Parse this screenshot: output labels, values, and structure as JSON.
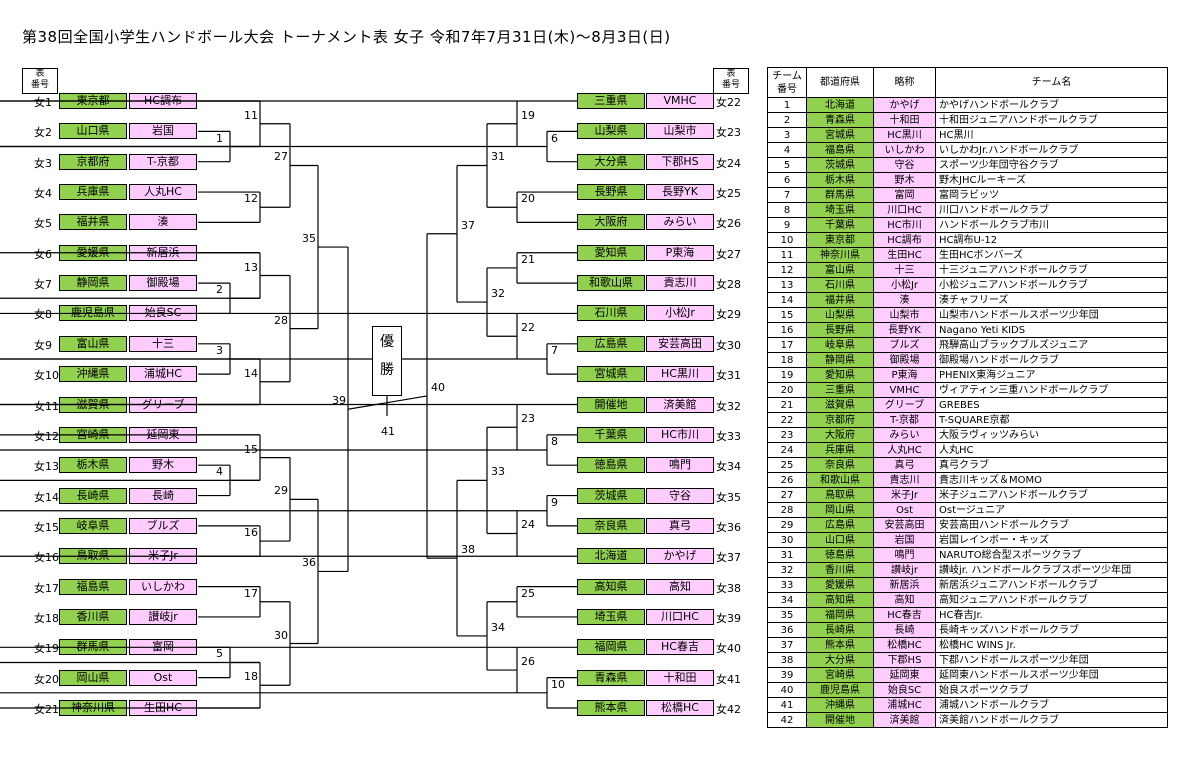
{
  "title": "第38回全国小学生ハンドボール大会 トーナメント表 女子 令和7年7月31日(木)～8月3日(日)",
  "header_box": {
    "line1": "表",
    "line2": "番号"
  },
  "champion": {
    "line1": "優",
    "line2": "勝"
  },
  "left_teams": [
    {
      "label": "女1",
      "pref": "東京都",
      "abbr": "HC調布"
    },
    {
      "label": "女2",
      "pref": "山口県",
      "abbr": "岩国"
    },
    {
      "label": "女3",
      "pref": "京都府",
      "abbr": "T-京都"
    },
    {
      "label": "女4",
      "pref": "兵庫県",
      "abbr": "人丸HC"
    },
    {
      "label": "女5",
      "pref": "福井県",
      "abbr": "湊"
    },
    {
      "label": "女6",
      "pref": "愛媛県",
      "abbr": "新居浜"
    },
    {
      "label": "女7",
      "pref": "静岡県",
      "abbr": "御殿場"
    },
    {
      "label": "女8",
      "pref": "鹿児島県",
      "abbr": "始良SC"
    },
    {
      "label": "女9",
      "pref": "富山県",
      "abbr": "十三"
    },
    {
      "label": "女10",
      "pref": "沖縄県",
      "abbr": "浦城HC"
    },
    {
      "label": "女11",
      "pref": "滋賀県",
      "abbr": "グリーブ"
    },
    {
      "label": "女12",
      "pref": "宮崎県",
      "abbr": "延岡東"
    },
    {
      "label": "女13",
      "pref": "栃木県",
      "abbr": "野木"
    },
    {
      "label": "女14",
      "pref": "長崎県",
      "abbr": "長崎"
    },
    {
      "label": "女15",
      "pref": "岐阜県",
      "abbr": "ブルズ"
    },
    {
      "label": "女16",
      "pref": "鳥取県",
      "abbr": "米子Jr"
    },
    {
      "label": "女17",
      "pref": "福島県",
      "abbr": "いしかわ"
    },
    {
      "label": "女18",
      "pref": "香川県",
      "abbr": "讃岐jr"
    },
    {
      "label": "女19",
      "pref": "群馬県",
      "abbr": "富岡"
    },
    {
      "label": "女20",
      "pref": "岡山県",
      "abbr": "Ost"
    },
    {
      "label": "女21",
      "pref": "神奈川県",
      "abbr": "生田HC"
    }
  ],
  "right_teams": [
    {
      "label": "女22",
      "pref": "三重県",
      "abbr": "VMHC"
    },
    {
      "label": "女23",
      "pref": "山梨県",
      "abbr": "山梨市"
    },
    {
      "label": "女24",
      "pref": "大分県",
      "abbr": "下郡HS"
    },
    {
      "label": "女25",
      "pref": "長野県",
      "abbr": "長野YK"
    },
    {
      "label": "女26",
      "pref": "大阪府",
      "abbr": "みらい"
    },
    {
      "label": "女27",
      "pref": "愛知県",
      "abbr": "P東海"
    },
    {
      "label": "女28",
      "pref": "和歌山県",
      "abbr": "貴志川"
    },
    {
      "label": "女29",
      "pref": "石川県",
      "abbr": "小松Jr"
    },
    {
      "label": "女30",
      "pref": "広島県",
      "abbr": "安芸高田"
    },
    {
      "label": "女31",
      "pref": "宮城県",
      "abbr": "HC黒川"
    },
    {
      "label": "女32",
      "pref": "開催地",
      "abbr": "済美館"
    },
    {
      "label": "女33",
      "pref": "千葉県",
      "abbr": "HC市川"
    },
    {
      "label": "女34",
      "pref": "徳島県",
      "abbr": "鳴門"
    },
    {
      "label": "女35",
      "pref": "茨城県",
      "abbr": "守谷"
    },
    {
      "label": "女36",
      "pref": "奈良県",
      "abbr": "真弓"
    },
    {
      "label": "女37",
      "pref": "北海道",
      "abbr": "かやげ"
    },
    {
      "label": "女38",
      "pref": "高知県",
      "abbr": "高知"
    },
    {
      "label": "女39",
      "pref": "埼玉県",
      "abbr": "川口HC"
    },
    {
      "label": "女40",
      "pref": "福岡県",
      "abbr": "HC春吉"
    },
    {
      "label": "女41",
      "pref": "青森県",
      "abbr": "十和田"
    },
    {
      "label": "女42",
      "pref": "熊本県",
      "abbr": "松橋HC"
    }
  ],
  "games_left": {
    "g1": "1",
    "g2": "2",
    "g3": "3",
    "g4": "4",
    "g5": "5",
    "g11": "11",
    "g12": "12",
    "g13": "13",
    "g14": "14",
    "g15": "15",
    "g16": "16",
    "g17": "17",
    "g18": "18",
    "g27": "27",
    "g28": "28",
    "g29": "29",
    "g30": "30",
    "g35": "35",
    "g36": "36",
    "g39": "39"
  },
  "games_right": {
    "g6": "6",
    "g7": "7",
    "g8": "8",
    "g9": "9",
    "g10": "10",
    "g19": "19",
    "g20": "20",
    "g21": "21",
    "g22": "22",
    "g23": "23",
    "g24": "24",
    "g25": "25",
    "g26": "26",
    "g31": "31",
    "g32": "32",
    "g33": "33",
    "g34": "34",
    "g37": "37",
    "g38": "38",
    "g40": "40"
  },
  "final_game": "41",
  "table": {
    "headers": {
      "num_line1": "チーム",
      "num_line2": "番号",
      "pref": "都道府県",
      "abbr": "略称",
      "name": "チーム名"
    },
    "rows": [
      [
        "1",
        "北海道",
        "かやげ",
        "かやげハンドボールクラブ"
      ],
      [
        "2",
        "青森県",
        "十和田",
        "十和田ジュニアハンドボールクラブ"
      ],
      [
        "3",
        "宮城県",
        "HC黒川",
        "HC黒川"
      ],
      [
        "4",
        "福島県",
        "いしかわ",
        "いしかわJr.ハンドボールクラブ"
      ],
      [
        "5",
        "茨城県",
        "守谷",
        "スポーツ少年団守谷クラブ"
      ],
      [
        "6",
        "栃木県",
        "野木",
        "野木JHCルーキーズ"
      ],
      [
        "7",
        "群馬県",
        "富岡",
        "富岡ラビッツ"
      ],
      [
        "8",
        "埼玉県",
        "川口HC",
        "川口ハンドボールクラブ"
      ],
      [
        "9",
        "千葉県",
        "HC市川",
        "ハンドボールクラブ市川"
      ],
      [
        "10",
        "東京都",
        "HC調布",
        "HC調布U-12"
      ],
      [
        "11",
        "神奈川県",
        "生田HC",
        "生田HCボンバーズ"
      ],
      [
        "12",
        "富山県",
        "十三",
        "十三ジュニアハンドボールクラブ"
      ],
      [
        "13",
        "石川県",
        "小松Jr",
        "小松ジュニアハンドボールクラブ"
      ],
      [
        "14",
        "福井県",
        "湊",
        "湊チャフリーズ"
      ],
      [
        "15",
        "山梨県",
        "山梨市",
        "山梨市ハンドボールスポーツ少年団"
      ],
      [
        "16",
        "長野県",
        "長野YK",
        "Nagano Yeti KIDS"
      ],
      [
        "17",
        "岐阜県",
        "ブルズ",
        "飛騨高山ブラックブルズジュニア"
      ],
      [
        "18",
        "静岡県",
        "御殿場",
        "御殿場ハンドボールクラブ"
      ],
      [
        "19",
        "愛知県",
        "P東海",
        "PHENIX東海ジュニア"
      ],
      [
        "20",
        "三重県",
        "VMHC",
        "ヴィアティン三重ハンドボールクラブ"
      ],
      [
        "21",
        "滋賀県",
        "グリーブ",
        "GREBES"
      ],
      [
        "22",
        "京都府",
        "T-京都",
        "T-SQUARE京都"
      ],
      [
        "23",
        "大阪府",
        "みらい",
        "大阪ラヴィッツみらい"
      ],
      [
        "24",
        "兵庫県",
        "人丸HC",
        "人丸HC"
      ],
      [
        "25",
        "奈良県",
        "真弓",
        "真弓クラブ"
      ],
      [
        "26",
        "和歌山県",
        "貴志川",
        "貴志川キッズ＆MOMO"
      ],
      [
        "27",
        "鳥取県",
        "米子Jr",
        "米子ジュニアハンドボールクラブ"
      ],
      [
        "28",
        "岡山県",
        "Ost",
        "Ostージュニア"
      ],
      [
        "29",
        "広島県",
        "安芸高田",
        "安芸高田ハンドボールクラブ"
      ],
      [
        "30",
        "山口県",
        "岩国",
        "岩国レインボー・キッズ"
      ],
      [
        "31",
        "徳島県",
        "鳴門",
        "NARUTO総合型スポーツクラブ"
      ],
      [
        "32",
        "香川県",
        "讃岐jr",
        "讃岐jr. ハンドボールクラブスポーツ少年団"
      ],
      [
        "33",
        "愛媛県",
        "新居浜",
        "新居浜ジュニアハンドボールクラブ"
      ],
      [
        "34",
        "高知県",
        "高知",
        "高知ジュニアハンドボールクラブ"
      ],
      [
        "35",
        "福岡県",
        "HC春吉",
        "HC春吉Jr."
      ],
      [
        "36",
        "長崎県",
        "長崎",
        "長崎キッズハンドボールクラブ"
      ],
      [
        "37",
        "熊本県",
        "松橋HC",
        "松橋HC WINS Jr."
      ],
      [
        "38",
        "大分県",
        "下郡HS",
        "下郡ハンドボールスポーツ少年団"
      ],
      [
        "39",
        "宮崎県",
        "延岡東",
        "延岡東ハンドボールスポーツ少年団"
      ],
      [
        "40",
        "鹿児島県",
        "始良SC",
        "始良スポーツクラブ"
      ],
      [
        "41",
        "沖縄県",
        "浦城HC",
        "浦城ハンドボールクラブ"
      ],
      [
        "42",
        "開催地",
        "済美館",
        "済美館ハンドボールクラブ"
      ]
    ]
  }
}
